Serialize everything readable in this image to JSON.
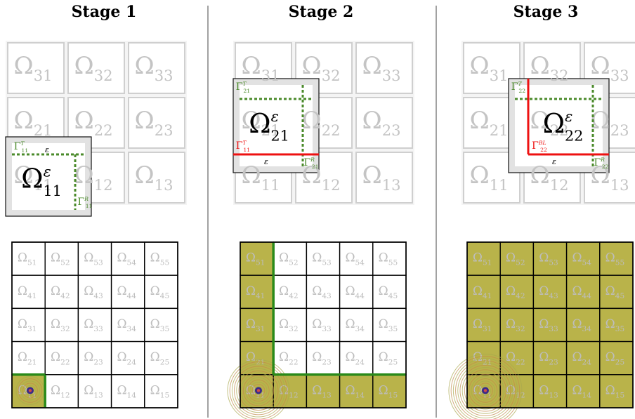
{
  "stages": [
    {
      "title": "Stage 1",
      "top_labels": [
        "Ω31",
        "Ω32",
        "Ω33",
        "Ω21",
        "Ω22",
        "Ω23",
        "Ω11",
        "Ω12",
        "Ω13"
      ],
      "patch_label": "Ωε11",
      "boundary_labels": [
        "ΓT11",
        "ΓR11"
      ],
      "eps_label": "ε",
      "bottom_labels": [
        [
          "Ω51",
          "Ω52",
          "Ω53",
          "Ω54",
          "Ω55"
        ],
        [
          "Ω41",
          "Ω42",
          "Ω43",
          "Ω44",
          "Ω45"
        ],
        [
          "Ω31",
          "Ω32",
          "Ω33",
          "Ω34",
          "Ω35"
        ],
        [
          "Ω21",
          "Ω22",
          "Ω23",
          "Ω24",
          "Ω25"
        ],
        [
          "Ω11",
          "Ω12",
          "Ω13",
          "Ω14",
          "Ω15"
        ]
      ],
      "filled_cells": [
        "11"
      ]
    },
    {
      "title": "Stage 2",
      "top_labels": [
        "Ω31",
        "Ω32",
        "Ω33",
        "Ω21",
        "Ω22",
        "Ω23",
        "Ω11",
        "Ω12",
        "Ω13"
      ],
      "patch_label": "Ωε21",
      "boundary_labels": [
        "ΓT21",
        "ΓT11",
        "ΓR21"
      ],
      "eps_label": "ε",
      "bottom_labels": [
        [
          "Ω51",
          "Ω52",
          "Ω53",
          "Ω54",
          "Ω55"
        ],
        [
          "Ω41",
          "Ω42",
          "Ω43",
          "Ω44",
          "Ω45"
        ],
        [
          "Ω31",
          "Ω32",
          "Ω33",
          "Ω34",
          "Ω35"
        ],
        [
          "Ω21",
          "Ω22",
          "Ω23",
          "Ω24",
          "Ω25"
        ],
        [
          "Ω11",
          "Ω12",
          "Ω13",
          "Ω14",
          "Ω15"
        ]
      ],
      "filled_cells": [
        "11",
        "12",
        "13",
        "14",
        "15",
        "21",
        "31",
        "41",
        "51"
      ]
    },
    {
      "title": "Stage 3",
      "top_labels": [
        "Ω31",
        "Ω32",
        "Ω33",
        "Ω21",
        "Ω22",
        "Ω23",
        "Ω11",
        "Ω12",
        "Ω13"
      ],
      "patch_label": "Ωε22",
      "boundary_labels": [
        "ΓT22",
        "ΓBL22",
        "ΓR22"
      ],
      "eps_label": "ε",
      "bottom_labels": [
        [
          "Ω51",
          "Ω52",
          "Ω53",
          "Ω54",
          "Ω55"
        ],
        [
          "Ω41",
          "Ω42",
          "Ω43",
          "Ω44",
          "Ω45"
        ],
        [
          "Ω31",
          "Ω32",
          "Ω33",
          "Ω34",
          "Ω35"
        ],
        [
          "Ω21",
          "Ω22",
          "Ω23",
          "Ω24",
          "Ω25"
        ],
        [
          "Ω11",
          "Ω12",
          "Ω13",
          "Ω14",
          "Ω15"
        ]
      ],
      "filled_cells": [
        "11",
        "12",
        "13",
        "14",
        "15",
        "21",
        "22",
        "23",
        "24",
        "25",
        "31",
        "32",
        "33",
        "34",
        "35",
        "41",
        "42",
        "43",
        "44",
        "45",
        "51",
        "52",
        "53",
        "54",
        "55"
      ]
    }
  ],
  "colors": {
    "grid_faint": "#cfcfcf",
    "pad_gray": "#e2e2e2",
    "border_black": "#111111",
    "dotted_green": "#4a8a2a",
    "red_boundary": "#ee1111",
    "solved_green": "#2a8a1a",
    "fill_olive": "#b9b34a"
  }
}
